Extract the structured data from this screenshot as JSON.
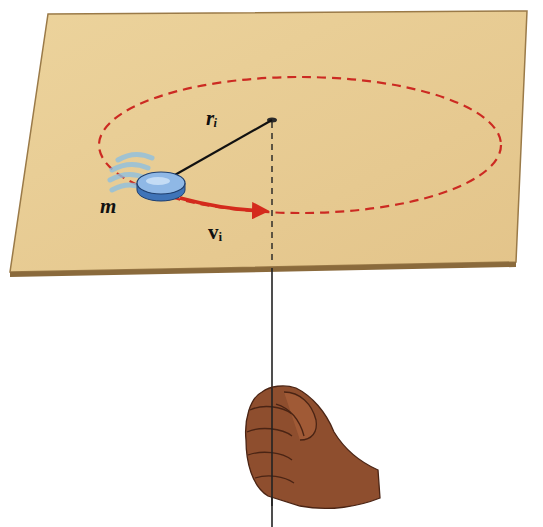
{
  "diagram": {
    "labels": [
      "rᵢ",
      "m",
      "vᵢ"
    ]
  }
}
